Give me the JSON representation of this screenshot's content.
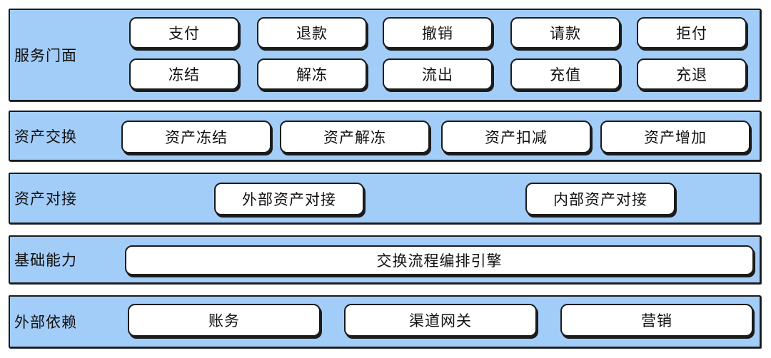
{
  "layers": {
    "service_portal": {
      "title": "服务门面",
      "row1": [
        "支付",
        "退款",
        "撤销",
        "请款",
        "拒付"
      ],
      "row2": [
        "冻结",
        "解冻",
        "流出",
        "充值",
        "充退"
      ]
    },
    "asset_exchange": {
      "title": "资产交换",
      "items": [
        "资产冻结",
        "资产解冻",
        "资产扣减",
        "资产增加"
      ]
    },
    "asset_docking": {
      "title": "资产对接",
      "items": [
        "外部资产对接",
        "内部资产对接"
      ]
    },
    "base_capability": {
      "title": "基础能力",
      "items": [
        "交换流程编排引擎"
      ]
    },
    "external_dependency": {
      "title": "外部依赖",
      "items": [
        "账务",
        "渠道网关",
        "营销"
      ]
    }
  },
  "colors": {
    "layer_fill": "#a3cdf9",
    "box_fill": "#ffffff",
    "stroke": "#1b1b1b"
  }
}
